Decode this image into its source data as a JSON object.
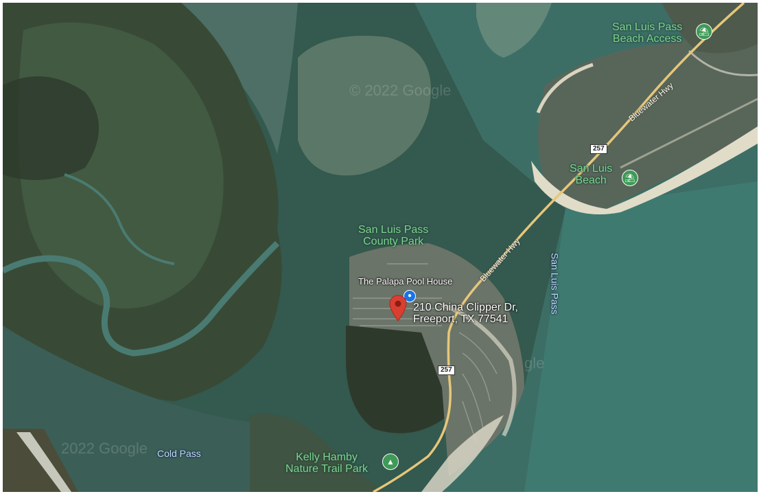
{
  "map": {
    "labels": {
      "beach_access": "San Luis Pass\nBeach Access",
      "beach": "San Luis\nBeach",
      "county_park": "San Luis Pass\nCounty Park",
      "pool_house": "The Palapa Pool House",
      "address": "210 China Clipper Dr,\nFreeport, TX 77541",
      "pass_vertical": "San Luis Pass",
      "cold_pass": "Cold Pass",
      "nature_trail": "Kelly Hamby\nNature Trail Park",
      "hwy_upper": "Bluewater Hwy",
      "hwy_lower": "Bluewater Hwy",
      "shield_upper": "257",
      "shield_lower": "257",
      "watermark_top": "© 2022 Google",
      "watermark_left": "2022 Google",
      "watermark_right": "gle"
    },
    "icons": {
      "beach_access": "beach-umbrella-icon",
      "beach": "beach-umbrella-icon",
      "nature_trail": "tree-icon",
      "pool": "swimming-icon",
      "location": "map-pin-icon"
    },
    "colors": {
      "park_label": "#7ed68f",
      "water_label": "#c5d8ff",
      "road": "#e6c77a",
      "pin": "#d93f31",
      "poi_blue": "#1a73e8",
      "poi_green": "#3f9a57"
    }
  }
}
